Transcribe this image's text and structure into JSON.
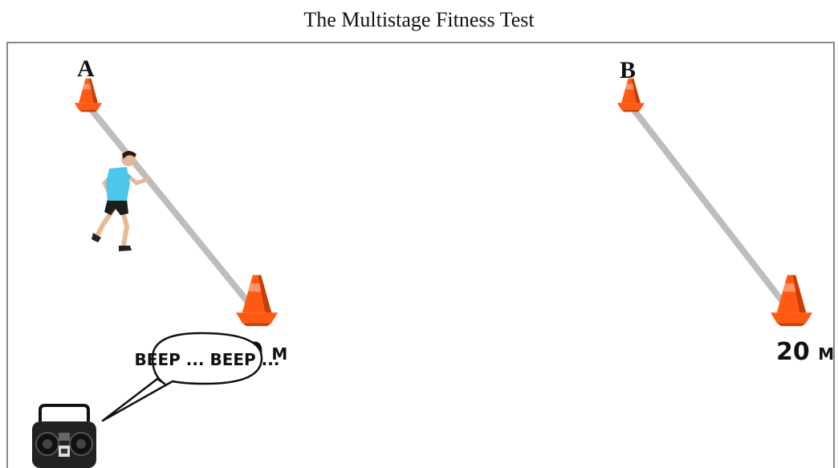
{
  "title": "The Multistage Fitness Test",
  "markers": {
    "start_label": "A",
    "end_label": "B"
  },
  "distances": {
    "start_value": "0",
    "start_unit": "M",
    "end_value": "20",
    "end_unit": "M"
  },
  "speech_bubble": {
    "text": "BEEP ... BEEP ..."
  },
  "colors": {
    "cone": "#ff5a14",
    "cone_dark": "#c93d07",
    "lane": "#bdbdbd",
    "shirt": "#4cc6ea",
    "frame": "#888888"
  },
  "icons": [
    "traffic-cone-icon",
    "runner-figure",
    "boombox-icon"
  ]
}
